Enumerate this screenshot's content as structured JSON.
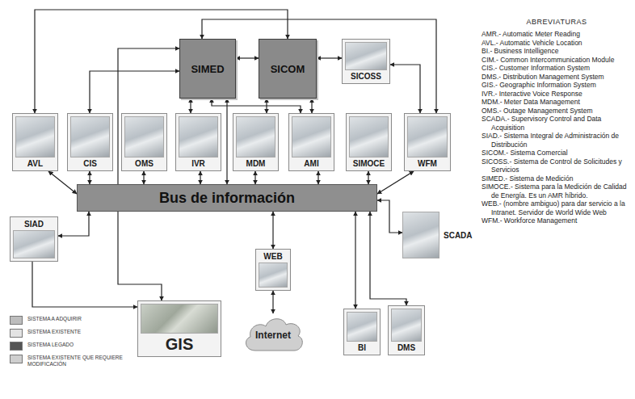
{
  "diagram": {
    "nodes": [
      {
        "text": [
          "SIMED"
        ]
      },
      {
        "text": [
          "SICOM"
        ]
      },
      {
        "text": [
          "SICOSS"
        ]
      },
      {
        "text": [
          "AVL"
        ]
      },
      {
        "text": [
          "CIS"
        ]
      },
      {
        "text": [
          "OMS"
        ]
      },
      {
        "text": [
          "IVR"
        ]
      },
      {
        "text": [
          "MDM"
        ]
      },
      {
        "text": [
          "AMI"
        ]
      },
      {
        "text": [
          "SIMOCE"
        ]
      },
      {
        "text": [
          "WFM"
        ]
      },
      {
        "text": [
          "SIAD"
        ]
      },
      {
        "text": [
          "Bus de información"
        ]
      },
      {
        "text": [
          "SCADA"
        ]
      },
      {
        "text": [
          "WEB"
        ]
      },
      {
        "text": [
          "GIS"
        ]
      },
      {
        "text": [
          "Internet"
        ]
      },
      {
        "text": [
          "BI"
        ]
      },
      {
        "text": [
          "DMS"
        ]
      }
    ],
    "edges": [
      {
        "from": 3,
        "to": 1,
        "arrow": "both"
      },
      {
        "from": 0,
        "to": 10,
        "arrow": "both"
      },
      {
        "from": 0,
        "to": 15,
        "arrow": "both"
      },
      {
        "from": 4,
        "to": 0,
        "arrow": "both"
      },
      {
        "from": 0,
        "to": 1,
        "arrow": "both"
      },
      {
        "from": 1,
        "to": 2,
        "arrow": "both"
      },
      {
        "from": 2,
        "to": 10,
        "arrow": "both"
      },
      {
        "from": 0,
        "to": 6,
        "arrow": "both"
      },
      {
        "from": 0,
        "to": 8,
        "arrow": "both"
      },
      {
        "from": 0,
        "to": 12,
        "arrow": "both"
      },
      {
        "from": 1,
        "to": 7,
        "arrow": "both"
      },
      {
        "from": 1,
        "to": 8,
        "arrow": "both"
      },
      {
        "from": 3,
        "to": 12,
        "arrow": "both"
      },
      {
        "from": 4,
        "to": 12,
        "arrow": "both"
      },
      {
        "from": 5,
        "to": 12,
        "arrow": "both"
      },
      {
        "from": 6,
        "to": 12,
        "arrow": "both"
      },
      {
        "from": 7,
        "to": 12,
        "arrow": "both"
      },
      {
        "from": 8,
        "to": 12,
        "arrow": "both"
      },
      {
        "from": 9,
        "to": 12,
        "arrow": "both"
      },
      {
        "from": 10,
        "to": 12,
        "arrow": "both"
      },
      {
        "from": 11,
        "to": 12,
        "arrow": "both"
      },
      {
        "from": 11,
        "to": 15,
        "arrow": "to"
      },
      {
        "from": 12,
        "to": 13,
        "arrow": "both"
      },
      {
        "from": 12,
        "to": 14,
        "arrow": "both"
      },
      {
        "from": 14,
        "to": 16,
        "arrow": "both"
      },
      {
        "from": 12,
        "to": 17,
        "arrow": "both"
      },
      {
        "from": 12,
        "to": 18,
        "arrow": "both"
      }
    ],
    "labels": [
      "ABREVIATURAS",
      "AMR.- Automatic Meter Reading",
      "AVL.- Automatic Vehicle Location",
      "BI.- Business Intelligence",
      "CIM.- Common Intercommunication Module",
      "CIS.- Customer Information System",
      "DMS.- Distribution Management System",
      "GIS.- Geographic Information System",
      "IVR.- Interactive Voice Response",
      "MDM.- Meter Data Management",
      "OMS.- Outage Management System",
      "SCADA.- Supervisory Control and Data Acquisition",
      "SIAD.- Sistema Integral de Administración de Distribución",
      "SICOM.- Sistema Comercial",
      "SICOSS.- Sistema de Control de Solicitudes y Servicios",
      "SIMED.- Sistema de Medición",
      "SIMOCE.- Sistema para la Medición de Calidad de Energía. Es un AMR híbrido.",
      "WEB.- (nombre ambiguo) para dar servicio a la Intranet. Servidor de World Wide Web",
      "WFM.- Workforce Management"
    ],
    "legend": [
      {
        "text": "SISTEMA A ADQUIRIR",
        "color": "#bdbdbd"
      },
      {
        "text": "SISTEMA EXISTENTE",
        "color": "#e3e3e3"
      },
      {
        "text": "SISTEMA LEGADO",
        "color": "#555555"
      },
      {
        "text": "SISTEMA EXISTENTE QUE REQUIERE MODIFICACIÓN",
        "color": "#cfcfcf"
      }
    ]
  }
}
